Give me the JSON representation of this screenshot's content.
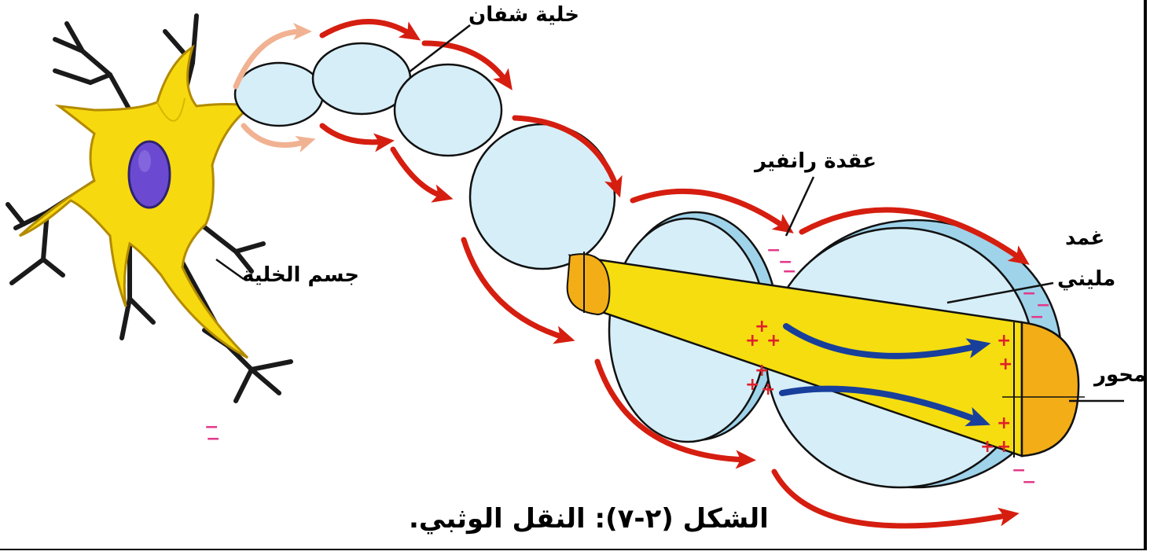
{
  "labels": {
    "schwann_cell": "خلية شفان",
    "node_of_ranvier": "عقدة رانفير",
    "myelin_sheath_line1": "غمد",
    "myelin_sheath_line2": "مليني",
    "cell_body": "جسم الخلية",
    "axon": "محور"
  },
  "caption": "الشكل (٢-٧): النقل الوثبي.",
  "signs": {
    "plus": "+",
    "minus": "−"
  },
  "colors": {
    "cell_body": "#f7d90f",
    "nucleus": "#6b4ad1",
    "schwann": "#d6eef8",
    "myelin_rim": "#9fd3ea",
    "axon": "#f5dd10",
    "axon_cut": "#f3ad16",
    "arrow_red": "#d51e10",
    "arrow_faded": "#f1b292",
    "arrow_blue": "#183f9b",
    "plus_color": "#e0202a",
    "minus_color": "#e23a8a"
  },
  "icons": [
    "neuron-cell-body",
    "schwann-cell",
    "myelin-segment",
    "node-of-ranvier",
    "current-arrow",
    "ion-flow-arrow"
  ]
}
